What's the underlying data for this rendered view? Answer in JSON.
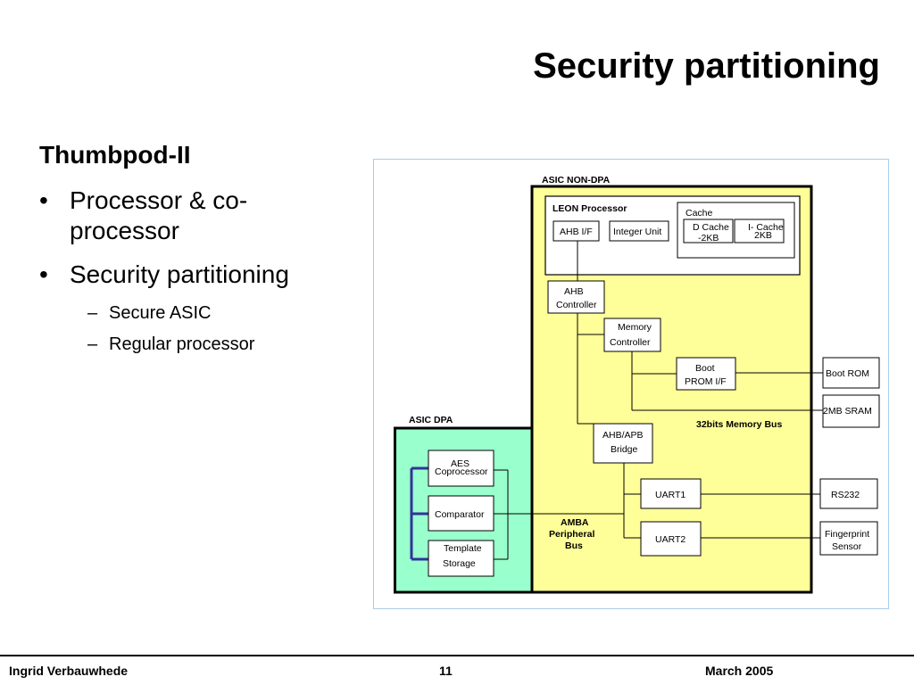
{
  "slide": {
    "title": "Security partitioning",
    "subheading": "Thumbpod-II",
    "bullets": [
      {
        "line1": "Processor & co-",
        "line2": "processor"
      },
      {
        "line1": "Security partitioning"
      }
    ],
    "sub_bullets": [
      "Secure ASIC",
      "Regular processor"
    ],
    "bullet_mark": "•",
    "dash_mark": "–"
  },
  "diagram": {
    "asic_non_dpa": "ASIC NON-DPA",
    "asic_dpa": "ASIC DPA",
    "leon_processor": "LEON Processor",
    "ahb_if": "AHB I/F",
    "integer_unit": "Integer Unit",
    "cache": "Cache",
    "dcache": [
      "D Cache",
      "-2KB"
    ],
    "icache": [
      "I- Cache",
      "2KB"
    ],
    "ahb_controller": [
      "AHB",
      "Controller"
    ],
    "memory_controller": [
      "Memory",
      "Controller"
    ],
    "boot_prom_if": [
      "Boot",
      "PROM I/F"
    ],
    "boot_rom": "Boot ROM",
    "sram": "2MB SRAM",
    "memory_bus": "32bits Memory Bus",
    "ahb_apb_bridge": [
      "AHB/APB",
      "Bridge"
    ],
    "aes_coprocessor": [
      "AES",
      "Coprocessor"
    ],
    "comparator": "Comparator",
    "template_storage": [
      "Template",
      "Storage"
    ],
    "uart1": "UART1",
    "uart2": "UART2",
    "rs232": "RS232",
    "fingerprint_sensor": [
      "Fingerprint",
      "Sensor"
    ],
    "amba_bus": [
      "AMBA",
      "Peripheral",
      "Bus"
    ]
  },
  "footer": {
    "author": "Ingrid Verbauwhede",
    "page": "11",
    "date": "March 2005"
  },
  "colors": {
    "non_dpa_fill": "#ffff99",
    "dpa_fill": "#99ffcc",
    "dpa_bus": "#333399",
    "frame_border": "#a9cce8"
  }
}
